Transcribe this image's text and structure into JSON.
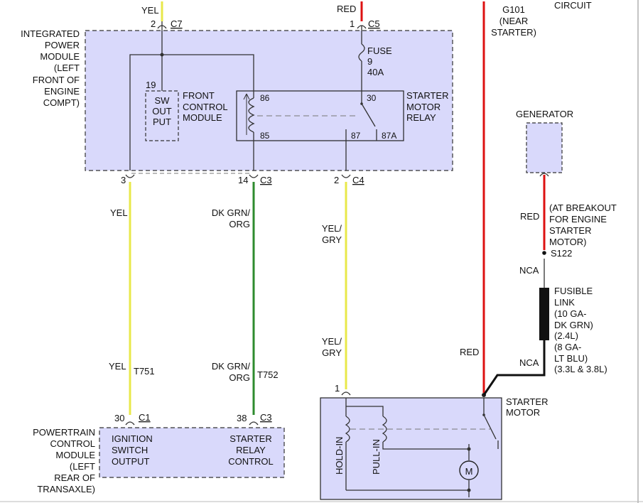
{
  "ipm": {
    "label_lines": [
      "INTEGRATED",
      "POWER",
      "MODULE",
      "(LEFT",
      "FRONT OF",
      "ENGINE",
      "COMPT)"
    ],
    "conn_c7": {
      "pin": "2",
      "name": "C7"
    },
    "conn_c5": {
      "pin": "1",
      "name": "C5"
    },
    "conn_c3": {
      "pin": "14",
      "name": "C3"
    },
    "conn_c4": {
      "pin": "2",
      "name": "C4"
    },
    "conn_left": {
      "pin": "3"
    },
    "fuse_lines": [
      "FUSE",
      "9",
      "40A"
    ],
    "fcm_pin": "19",
    "fcm_inner_lines": [
      "SW",
      "OUT",
      "PUT"
    ],
    "fcm_lines": [
      "FRONT",
      "CONTROL",
      "MODULE"
    ],
    "relay_lines": [
      "STARTER",
      "MOTOR",
      "RELAY"
    ],
    "relay_pins": {
      "p86": "86",
      "p85": "85",
      "p30": "30",
      "p87": "87",
      "p87a": "87A"
    }
  },
  "wires": {
    "top_yel": "YEL",
    "top_red": "RED",
    "yel_left": "YEL",
    "dkgrn_top_lines": [
      "DK GRN/",
      "ORG"
    ],
    "yelgry_top_lines": [
      "YEL/",
      "GRY"
    ],
    "yel_low": "YEL",
    "t751": "T751",
    "dkgrn_low_lines": [
      "DK GRN/",
      "ORG"
    ],
    "t752": "T752",
    "yelgry_low_lines": [
      "YEL/",
      "GRY"
    ],
    "red_starter": "RED",
    "red_gen": "RED"
  },
  "ground": {
    "lines": [
      "G101",
      "(NEAR",
      "STARTER)"
    ]
  },
  "circuit": "CIRCUIT",
  "generator": {
    "label": "GENERATOR"
  },
  "breakout": {
    "lines": [
      "(AT BREAKOUT",
      "FOR ENGINE",
      "STARTER",
      "MOTOR)"
    ]
  },
  "splice": "S122",
  "nca_top": "NCA",
  "nca_bottom": "NCA",
  "fusible": {
    "lines": [
      "FUSIBLE",
      "LINK",
      "(10 GA-",
      "DK GRN)",
      "(2.4L)",
      "(8 GA-",
      "LT BLU)",
      "(3.3L & 3.8L)"
    ]
  },
  "pcm": {
    "label_lines": [
      "POWERTRAIN",
      "CONTROL",
      "MODULE",
      "(LEFT",
      "REAR OF",
      "TRANSAXLE)"
    ],
    "conn_c1": {
      "pin": "30",
      "name": "C1"
    },
    "conn_c3": {
      "pin": "38",
      "name": "C3"
    },
    "ign_lines": [
      "IGNITION",
      "SWITCH",
      "OUTPUT"
    ],
    "relay_ctrl_lines": [
      "STARTER",
      "RELAY",
      "CONTROL"
    ]
  },
  "starter": {
    "label_lines": [
      "STARTER",
      "MOTOR"
    ],
    "conn_pin": "1",
    "hold_in": "HOLD-IN",
    "pull_in": "PULL-IN",
    "motor_symbol": "M"
  },
  "colors": {
    "yellow": "#e8e84a",
    "red": "#dd1111",
    "green": "#2e8b2e",
    "module_fill": "#d9d9fb"
  }
}
